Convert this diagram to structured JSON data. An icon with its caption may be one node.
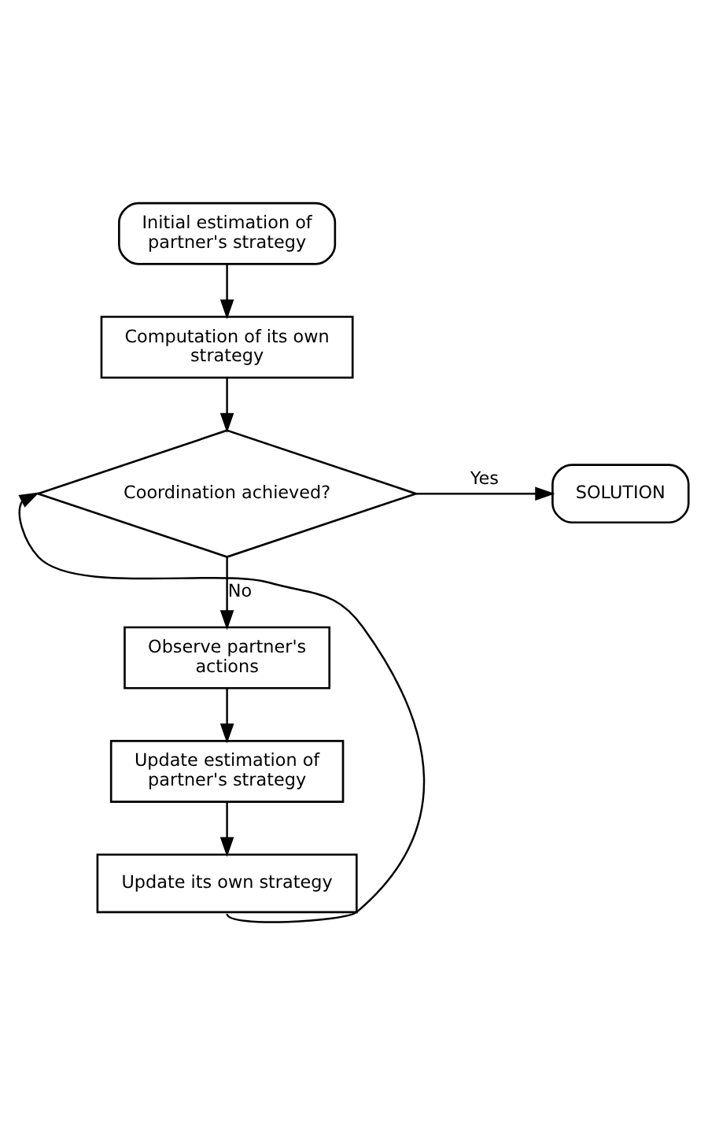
{
  "diagram": {
    "nodes": [
      {
        "text": [
          "Initial estimation of partner's strategy"
        ]
      },
      {
        "text": [
          "Computation of its own strategy"
        ]
      },
      {
        "text": [
          "Coordination achieved?"
        ]
      },
      {
        "text": [
          "SOLUTION"
        ]
      },
      {
        "text": [
          "Observe partner's actions"
        ]
      },
      {
        "text": [
          "Update estimation of partner's strategy"
        ]
      },
      {
        "text": [
          "Update its own strategy"
        ]
      }
    ],
    "edges": [
      {
        "from": 0,
        "to": 1,
        "arrow": "to"
      },
      {
        "from": 1,
        "to": 2,
        "arrow": "to"
      },
      {
        "from": 2,
        "to": 3,
        "arrow": "to",
        "label": "Yes"
      },
      {
        "from": 2,
        "to": 4,
        "arrow": "to",
        "label": "No"
      },
      {
        "from": 4,
        "to": 5,
        "arrow": "to"
      },
      {
        "from": 5,
        "to": 6,
        "arrow": "to"
      },
      {
        "from": 6,
        "to": 2,
        "arrow": "to"
      }
    ]
  }
}
